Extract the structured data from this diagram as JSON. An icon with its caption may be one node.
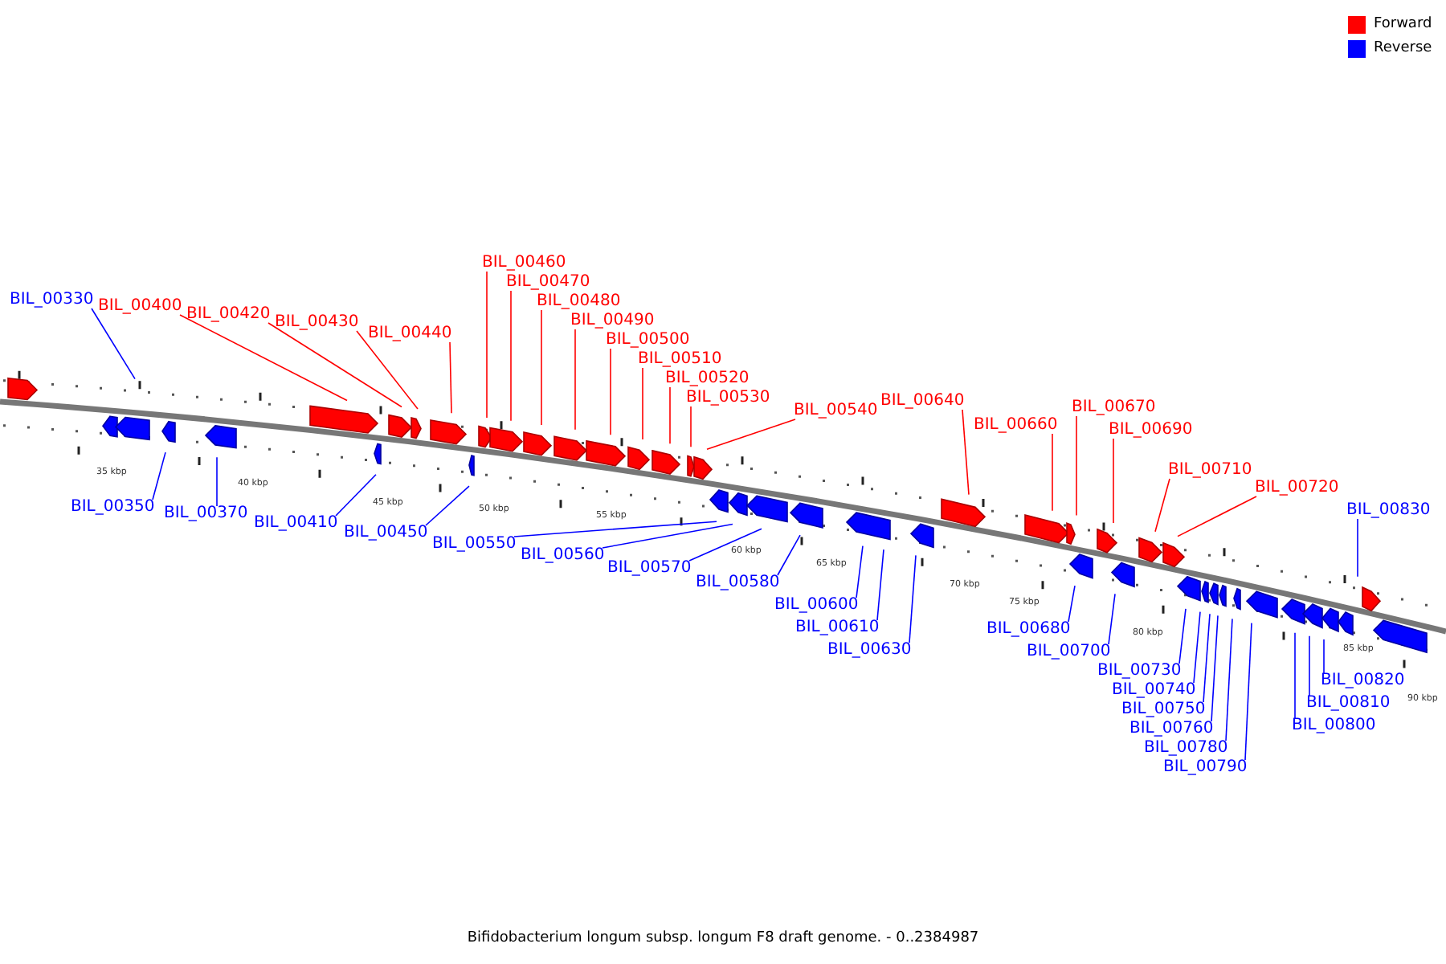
{
  "diagram": {
    "caption": "Bifidobacterium longum subsp. longum F8 draft genome. - 0..2384987",
    "nodes": [
      {
        "text": [
          "BIL_00330"
        ]
      },
      {
        "text": [
          "BIL_00350"
        ]
      },
      {
        "text": [
          "BIL_00370"
        ]
      },
      {
        "text": [
          "BIL_00400"
        ]
      },
      {
        "text": [
          "BIL_00410"
        ]
      },
      {
        "text": [
          "BIL_00420"
        ]
      },
      {
        "text": [
          "BIL_00430"
        ]
      },
      {
        "text": [
          "BIL_00440"
        ]
      },
      {
        "text": [
          "BIL_00450"
        ]
      },
      {
        "text": [
          "BIL_00460"
        ]
      },
      {
        "text": [
          "BIL_00470"
        ]
      },
      {
        "text": [
          "BIL_00480"
        ]
      },
      {
        "text": [
          "BIL_00490"
        ]
      },
      {
        "text": [
          "BIL_00500"
        ]
      },
      {
        "text": [
          "BIL_00510"
        ]
      },
      {
        "text": [
          "BIL_00520"
        ]
      },
      {
        "text": [
          "BIL_00530"
        ]
      },
      {
        "text": [
          "BIL_00540"
        ]
      },
      {
        "text": [
          "BIL_00550"
        ]
      },
      {
        "text": [
          "BIL_00560"
        ]
      },
      {
        "text": [
          "BIL_00570"
        ]
      },
      {
        "text": [
          "BIL_00580"
        ]
      },
      {
        "text": [
          "BIL_00600"
        ]
      },
      {
        "text": [
          "BIL_00610"
        ]
      },
      {
        "text": [
          "BIL_00630"
        ]
      },
      {
        "text": [
          "BIL_00640"
        ]
      },
      {
        "text": [
          "BIL_00660"
        ]
      },
      {
        "text": [
          "BIL_00670"
        ]
      },
      {
        "text": [
          "BIL_00680"
        ]
      },
      {
        "text": [
          "BIL_00690"
        ]
      },
      {
        "text": [
          "BIL_00700"
        ]
      },
      {
        "text": [
          "BIL_00710"
        ]
      },
      {
        "text": [
          "BIL_00720"
        ]
      },
      {
        "text": [
          "BIL_00730"
        ]
      },
      {
        "text": [
          "BIL_00740"
        ]
      },
      {
        "text": [
          "BIL_00750"
        ]
      },
      {
        "text": [
          "BIL_00760"
        ]
      },
      {
        "text": [
          "BIL_00780"
        ]
      },
      {
        "text": [
          "BIL_00790"
        ]
      },
      {
        "text": [
          "BIL_00800"
        ]
      },
      {
        "text": [
          "BIL_00810"
        ]
      },
      {
        "text": [
          "BIL_00820"
        ]
      },
      {
        "text": [
          "BIL_00830"
        ]
      }
    ],
    "edges": [
      {
        "from": 0,
        "to": null,
        "arrow": "none"
      },
      {
        "from": 1,
        "to": null,
        "arrow": "none"
      },
      {
        "from": 2,
        "to": null,
        "arrow": "none"
      },
      {
        "from": 3,
        "to": null,
        "arrow": "none",
        "color": "#ff0000"
      },
      {
        "from": 4,
        "to": null,
        "arrow": "none"
      },
      {
        "from": 5,
        "to": null,
        "arrow": "none",
        "color": "#ff0000"
      },
      {
        "from": 6,
        "to": null,
        "arrow": "none",
        "color": "#ff0000"
      },
      {
        "from": 7,
        "to": null,
        "arrow": "none",
        "color": "#ff0000"
      },
      {
        "from": 8,
        "to": null,
        "arrow": "none"
      },
      {
        "from": 9,
        "to": null,
        "arrow": "none",
        "color": "#ff0000"
      },
      {
        "from": 10,
        "to": null,
        "arrow": "none",
        "color": "#ff0000"
      },
      {
        "from": 11,
        "to": null,
        "arrow": "none",
        "color": "#ff0000"
      },
      {
        "from": 12,
        "to": null,
        "arrow": "none",
        "color": "#ff0000"
      },
      {
        "from": 13,
        "to": null,
        "arrow": "none",
        "color": "#ff0000"
      },
      {
        "from": 14,
        "to": null,
        "arrow": "none",
        "color": "#ff0000"
      },
      {
        "from": 15,
        "to": null,
        "arrow": "none",
        "color": "#ff0000"
      },
      {
        "from": 16,
        "to": null,
        "arrow": "none",
        "color": "#ff0000"
      },
      {
        "from": 17,
        "to": null,
        "arrow": "none",
        "color": "#ff0000"
      },
      {
        "from": 18,
        "to": null,
        "arrow": "none"
      },
      {
        "from": 19,
        "to": null,
        "arrow": "none"
      },
      {
        "from": 20,
        "to": null,
        "arrow": "none"
      },
      {
        "from": 21,
        "to": null,
        "arrow": "none"
      },
      {
        "from": 22,
        "to": null,
        "arrow": "none"
      },
      {
        "from": 23,
        "to": null,
        "arrow": "none"
      },
      {
        "from": 24,
        "to": null,
        "arrow": "none"
      },
      {
        "from": 25,
        "to": null,
        "arrow": "none",
        "color": "#ff0000"
      },
      {
        "from": 26,
        "to": null,
        "arrow": "none",
        "color": "#ff0000"
      },
      {
        "from": 27,
        "to": null,
        "arrow": "none",
        "color": "#ff0000"
      },
      {
        "from": 28,
        "to": null,
        "arrow": "none"
      },
      {
        "from": 29,
        "to": null,
        "arrow": "none",
        "color": "#ff0000"
      },
      {
        "from": 30,
        "to": null,
        "arrow": "none"
      },
      {
        "from": 31,
        "to": null,
        "arrow": "none",
        "color": "#ff0000"
      },
      {
        "from": 32,
        "to": null,
        "arrow": "none",
        "color": "#ff0000"
      },
      {
        "from": 33,
        "to": null,
        "arrow": "none"
      },
      {
        "from": 34,
        "to": null,
        "arrow": "none"
      },
      {
        "from": 35,
        "to": null,
        "arrow": "none"
      },
      {
        "from": 36,
        "to": null,
        "arrow": "none"
      },
      {
        "from": 37,
        "to": null,
        "arrow": "none"
      },
      {
        "from": 38,
        "to": null,
        "arrow": "none"
      },
      {
        "from": 39,
        "to": null,
        "arrow": "none"
      },
      {
        "from": 40,
        "to": null,
        "arrow": "none"
      },
      {
        "from": 41,
        "to": null,
        "arrow": "none"
      },
      {
        "from": 42,
        "to": null,
        "arrow": "none"
      }
    ],
    "labels": [
      "35 kbp",
      "40 kbp",
      "45 kbp",
      "50 kbp",
      "55 kbp",
      "60 kbp",
      "65 kbp",
      "70 kbp",
      "75 kbp",
      "80 kbp",
      "85 kbp",
      "90 kbp"
    ],
    "legend": [
      {
        "text": "Forward",
        "color": "#ff0000"
      },
      {
        "text": "Reverse",
        "color": "#0000ff"
      }
    ]
  }
}
